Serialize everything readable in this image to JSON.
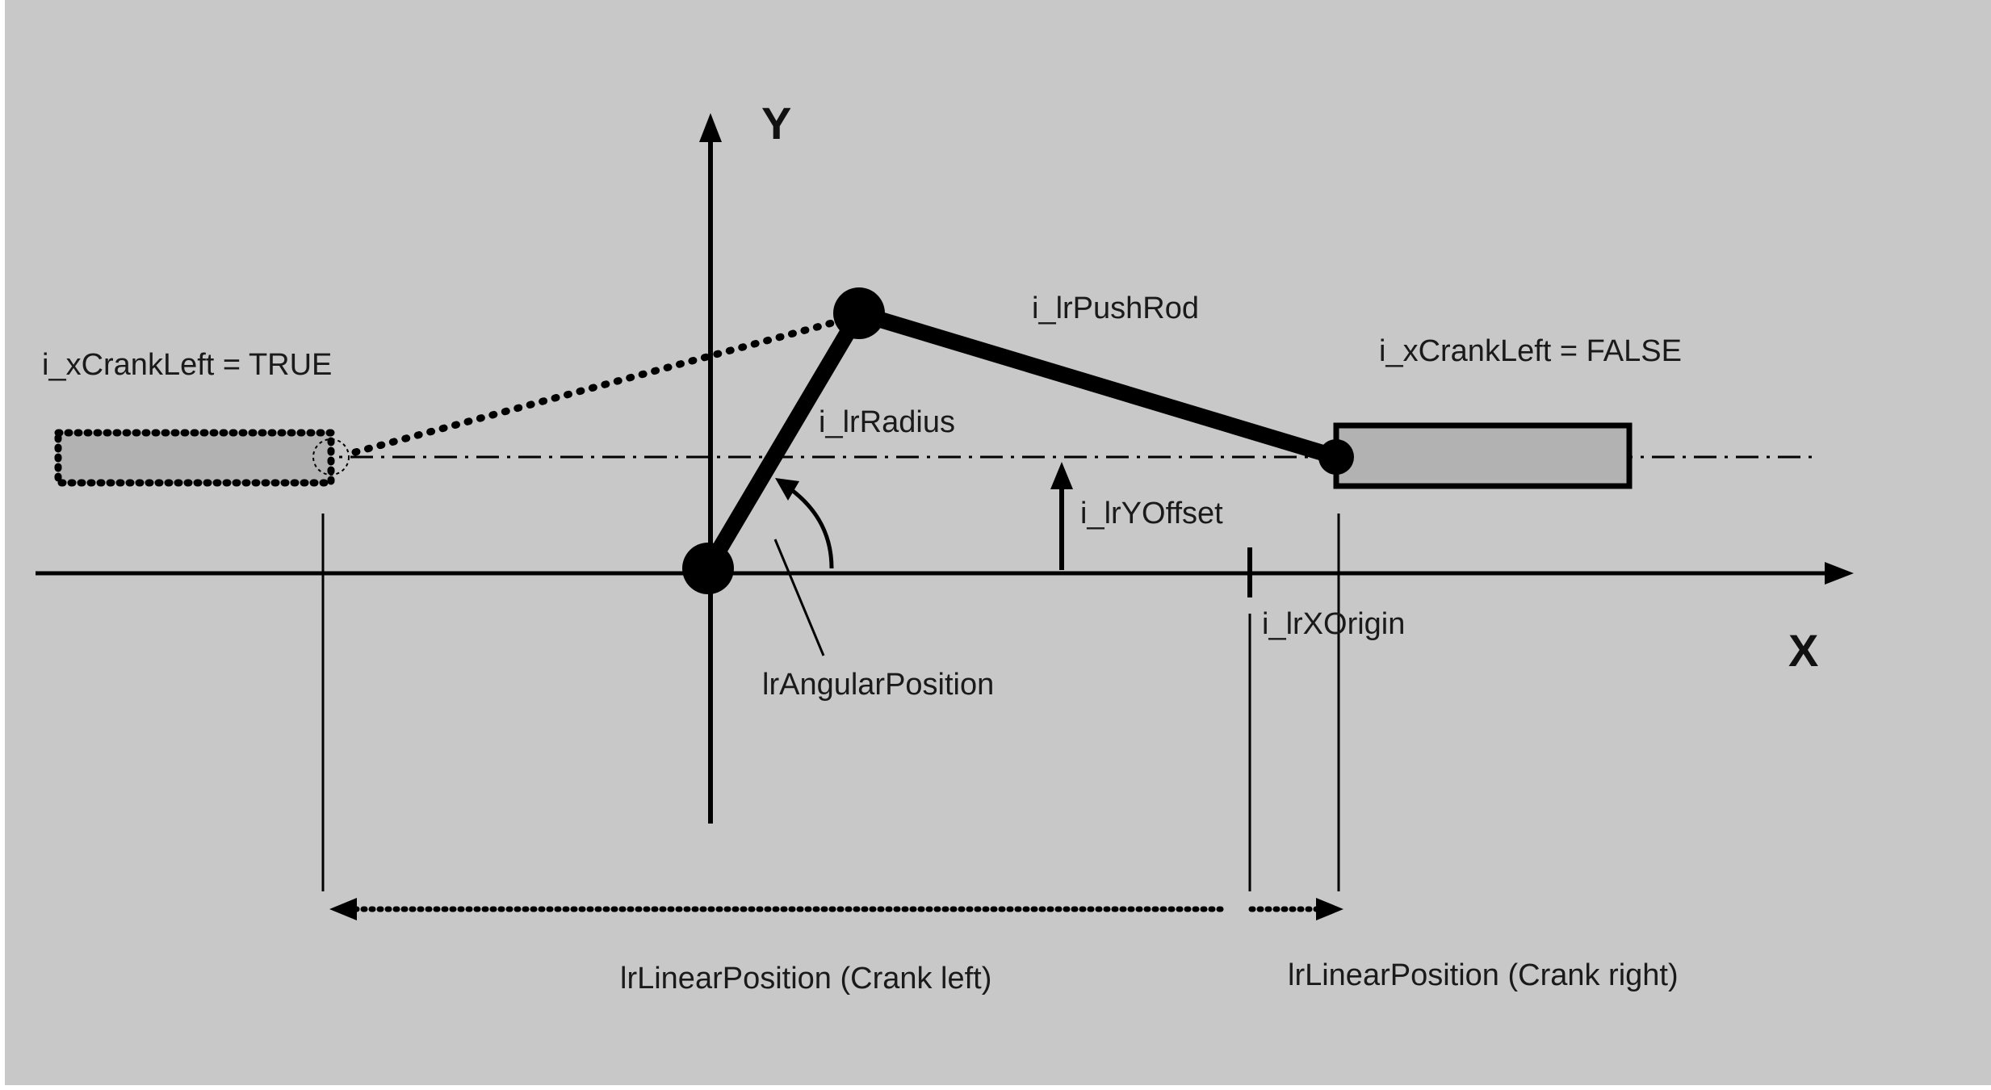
{
  "colors": {
    "background": "#c8c8c8",
    "ink": "#000000",
    "slider_fill": "#b2b2b2"
  },
  "axes": {
    "x_label": "X",
    "y_label": "Y"
  },
  "labels": {
    "crank_left_true": "i_xCrankLeft = TRUE",
    "crank_left_false": "i_xCrankLeft = FALSE",
    "push_rod": "i_lrPushRod",
    "radius": "i_lrRadius",
    "y_offset": "i_lrYOffset",
    "x_origin": "i_lrXOrigin",
    "angular_position": "lrAngularPosition",
    "linear_position_left": "lrLinearPosition (Crank left)",
    "linear_position_right": "lrLinearPosition (Crank right)"
  }
}
